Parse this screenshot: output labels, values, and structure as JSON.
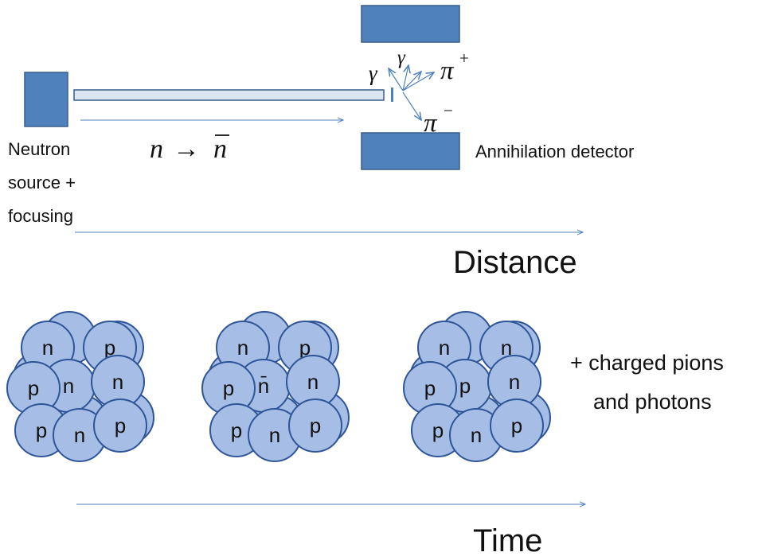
{
  "colors": {
    "block_fill": "#4f81bd",
    "block_stroke": "#385d8a",
    "beam_fill": "#dbe5f1",
    "arrow": "#4f81bd",
    "nucleon_fill": "#a6bde6",
    "nucleon_stroke": "#2f5597",
    "text": "#111111"
  },
  "labels": {
    "source_line1": "Neutron",
    "source_line2": "source +",
    "source_line3": "focusing",
    "oscillation_n": "n",
    "oscillation_arrow": "→",
    "oscillation_nbar": "n",
    "detector": "Annihilation detector",
    "gamma1": "γ",
    "gamma2": "γ",
    "pi_plus": "π",
    "pi_plus_sup": "+",
    "pi_minus": "π",
    "pi_minus_sup": "−",
    "distance": "Distance",
    "time": "Time",
    "products_line1": "+ charged pions",
    "products_line2": "and photons"
  },
  "nuclei": [
    {
      "name": "nucleus-before",
      "nucleons": [
        "n",
        "p",
        "n",
        "p",
        "n",
        "p",
        "n",
        "p"
      ]
    },
    {
      "name": "nucleus-with-antineutron",
      "nucleons": [
        "n",
        "p",
        "n",
        "p",
        "n̄",
        "p",
        "n",
        "p"
      ]
    },
    {
      "name": "nucleus-after",
      "nucleons": [
        "n",
        "n",
        "n",
        "p",
        "p",
        "p",
        "n",
        "p"
      ]
    }
  ]
}
